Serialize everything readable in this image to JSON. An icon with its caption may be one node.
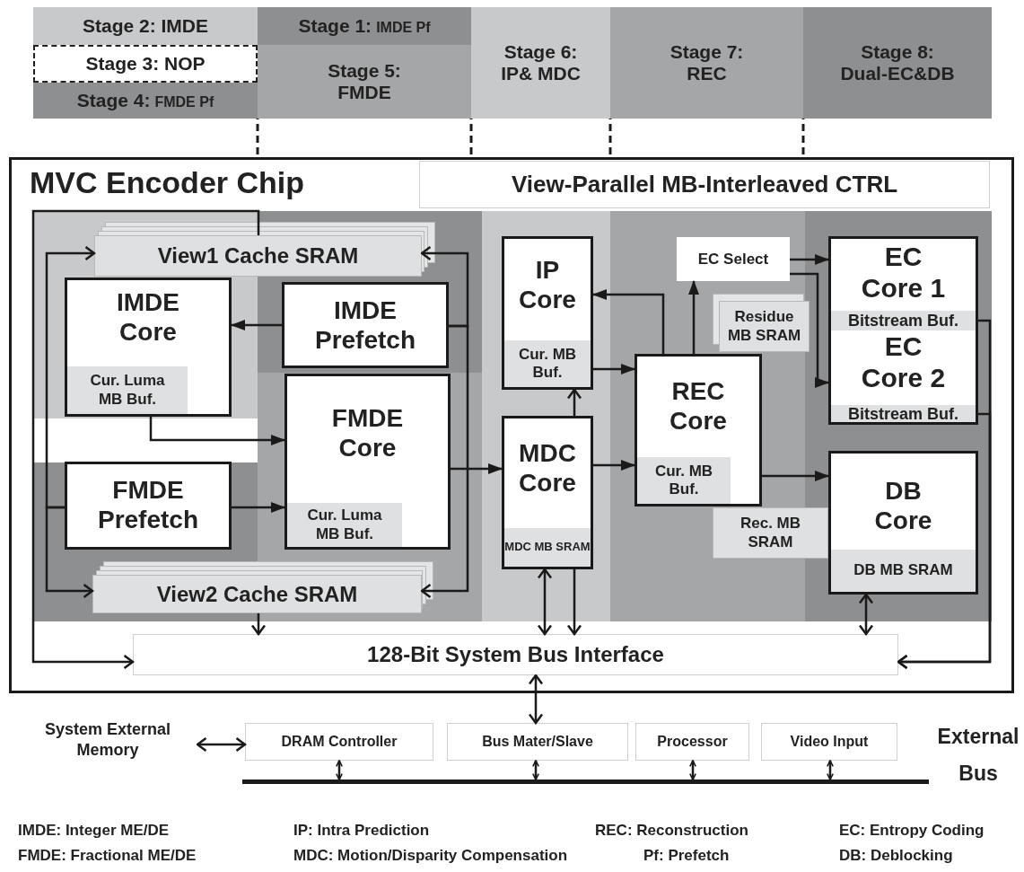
{
  "diagram": {
    "nodes": [
      {
        "text": [
          "Stage 2: IMDE"
        ]
      },
      {
        "text": [
          "Stage 1:",
          "IMDE Pf"
        ]
      },
      {
        "text": [
          "Stage 6: IP& MDC"
        ]
      },
      {
        "text": [
          "Stage 7: REC"
        ]
      },
      {
        "text": [
          "Stage 8: Dual-EC&DB"
        ]
      },
      {
        "text": [
          "Stage 3: NOP"
        ]
      },
      {
        "text": [
          "Stage 5: FMDE"
        ]
      },
      {
        "text": [
          "Stage 4:",
          "FMDE Pf"
        ]
      },
      {
        "text": [
          "MVC Encoder Chip"
        ]
      },
      {
        "text": [
          "View-Parallel MB-Interleaved CTRL"
        ],
        "in": 8
      },
      {
        "text": [
          "View1 Cache SRAM"
        ],
        "in": 8
      },
      {
        "text": [
          "IMDE Core"
        ],
        "in": 8
      },
      {
        "text": [
          "Cur. Luma MB Buf."
        ],
        "in": 11
      },
      {
        "text": [
          "IMDE Prefetch"
        ],
        "in": 8
      },
      {
        "text": [
          "IP Core"
        ],
        "in": 8
      },
      {
        "text": [
          "Cur. MB Buf."
        ],
        "in": 14
      },
      {
        "text": [
          "EC Select"
        ],
        "in": 8
      },
      {
        "text": [
          "EC Core 1"
        ],
        "in": 8
      },
      {
        "text": [
          "Bitstream Buf."
        ],
        "in": 17
      },
      {
        "text": [
          "Residue MB SRAM"
        ],
        "in": 8
      },
      {
        "text": [
          "EC Core 2"
        ],
        "in": 8
      },
      {
        "text": [
          "Bitstream Buf."
        ],
        "in": 20
      },
      {
        "text": [
          "REC Core"
        ],
        "in": 8
      },
      {
        "text": [
          "Cur. MB Buf."
        ],
        "in": 22
      },
      {
        "text": [
          "FMDE Core"
        ],
        "in": 8
      },
      {
        "text": [
          "Cur. Luma MB Buf."
        ],
        "in": 24
      },
      {
        "text": [
          "FMDE Prefetch"
        ],
        "in": 8
      },
      {
        "text": [
          "MDC Core"
        ],
        "in": 8
      },
      {
        "text": [
          "MDC MB SRAM"
        ],
        "in": 27
      },
      {
        "text": [
          "Rec. MB SRAM"
        ],
        "in": 8
      },
      {
        "text": [
          "DB Core"
        ],
        "in": 8
      },
      {
        "text": [
          "DB MB SRAM"
        ],
        "in": 30
      },
      {
        "text": [
          "View2 Cache SRAM"
        ],
        "in": 8
      },
      {
        "text": [
          "128-Bit System Bus Interface"
        ],
        "in": 8
      },
      {
        "text": [
          "System External Memory"
        ]
      },
      {
        "text": [
          "DRAM Controller"
        ]
      },
      {
        "text": [
          "Bus Mater/Slave"
        ]
      },
      {
        "text": [
          "Processor"
        ]
      },
      {
        "text": [
          "Video Input"
        ]
      },
      {
        "text": [],
        "shape": "bar",
        "beside": [
          "External Bus"
        ]
      }
    ],
    "edges": [
      {
        "from": 13,
        "to": 11,
        "arrow": "to"
      },
      {
        "from": 13,
        "to": 10,
        "arrow": "to"
      },
      {
        "from": 13,
        "to": 32,
        "arrow": "to"
      },
      {
        "from": 26,
        "to": 10,
        "arrow": "to"
      },
      {
        "from": 26,
        "to": 32,
        "arrow": "to"
      },
      {
        "from": 10,
        "to": 33,
        "arrow": "to"
      },
      {
        "from": 11,
        "to": 24,
        "arrow": "to"
      },
      {
        "from": 26,
        "to": 24,
        "arrow": "to"
      },
      {
        "from": 24,
        "to": 27,
        "arrow": "to"
      },
      {
        "from": 27,
        "to": 14,
        "arrow": "to"
      },
      {
        "from": 14,
        "to": 22,
        "arrow": "to"
      },
      {
        "from": 27,
        "to": 22,
        "arrow": "to"
      },
      {
        "from": 22,
        "to": 14,
        "arrow": "to"
      },
      {
        "from": 22,
        "to": 16,
        "arrow": "to"
      },
      {
        "from": 16,
        "to": 17,
        "arrow": "to"
      },
      {
        "from": 16,
        "to": 20,
        "arrow": "to"
      },
      {
        "from": 22,
        "to": 30,
        "arrow": "to"
      },
      {
        "from": 27,
        "to": 33,
        "arrow": "both"
      },
      {
        "from": 27,
        "to": 33,
        "arrow": "to"
      },
      {
        "from": 30,
        "to": 33,
        "arrow": "both"
      },
      {
        "from": 32,
        "to": 33,
        "arrow": "to"
      },
      {
        "from": 17,
        "to": 33,
        "arrow": "to"
      },
      {
        "from": 20,
        "to": 33,
        "arrow": "to"
      },
      {
        "from": 33,
        "to": 36,
        "arrow": "both"
      },
      {
        "from": 34,
        "to": 35,
        "arrow": "both"
      },
      {
        "from": 35,
        "to": 39,
        "arrow": "both"
      },
      {
        "from": 36,
        "to": 39,
        "arrow": "both"
      },
      {
        "from": 37,
        "to": 39,
        "arrow": "both"
      },
      {
        "from": 38,
        "to": 39,
        "arrow": "both"
      }
    ],
    "labels": [
      "IMDE: Integer ME/DE",
      "IP: Intra Prediction",
      "REC: Reconstruction",
      "EC: Entropy Coding",
      "FMDE: Fractional ME/DE",
      "MDC: Motion/Disparity Compensation",
      "Pf: Prefetch",
      "DB: Deblocking"
    ]
  }
}
